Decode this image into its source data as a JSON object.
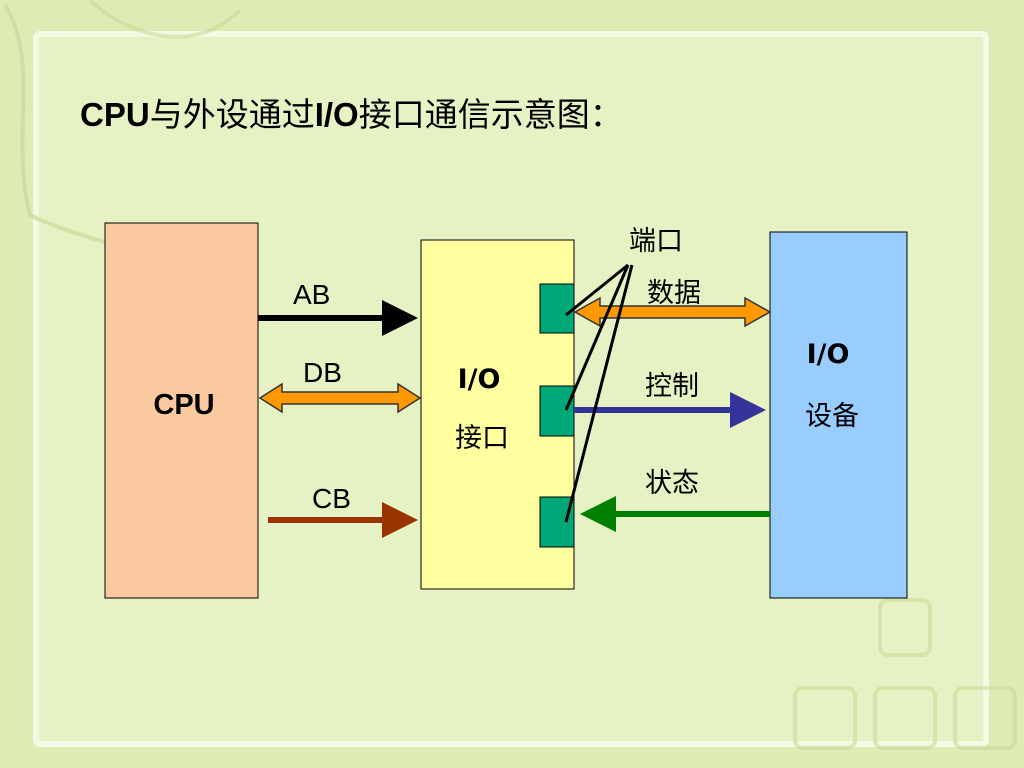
{
  "title": {
    "cpu": "CPU",
    "text1": "与外设通过",
    "io": "I/O",
    "text2": "接口通信示意图："
  },
  "cpu_block": {
    "label": "CPU",
    "color": "#fbc99f"
  },
  "io_interface": {
    "line1": "I/O",
    "line2": "接口",
    "color": "#ffff9f"
  },
  "io_device": {
    "line1": "I/O",
    "line2": "设备",
    "color": "#99ccff"
  },
  "port_color": "#00a878",
  "buses": {
    "ab": {
      "label": "AB",
      "color": "#000000"
    },
    "db": {
      "label": "DB",
      "color": "#ff9900"
    },
    "cb": {
      "label": "CB",
      "color": "#993300"
    }
  },
  "ports_label": "端口",
  "signals": {
    "data": {
      "label": "数据",
      "color": "#ff9900"
    },
    "control": {
      "label": "控制",
      "color": "#333399"
    },
    "status": {
      "label": "状态",
      "color": "#008000"
    }
  }
}
